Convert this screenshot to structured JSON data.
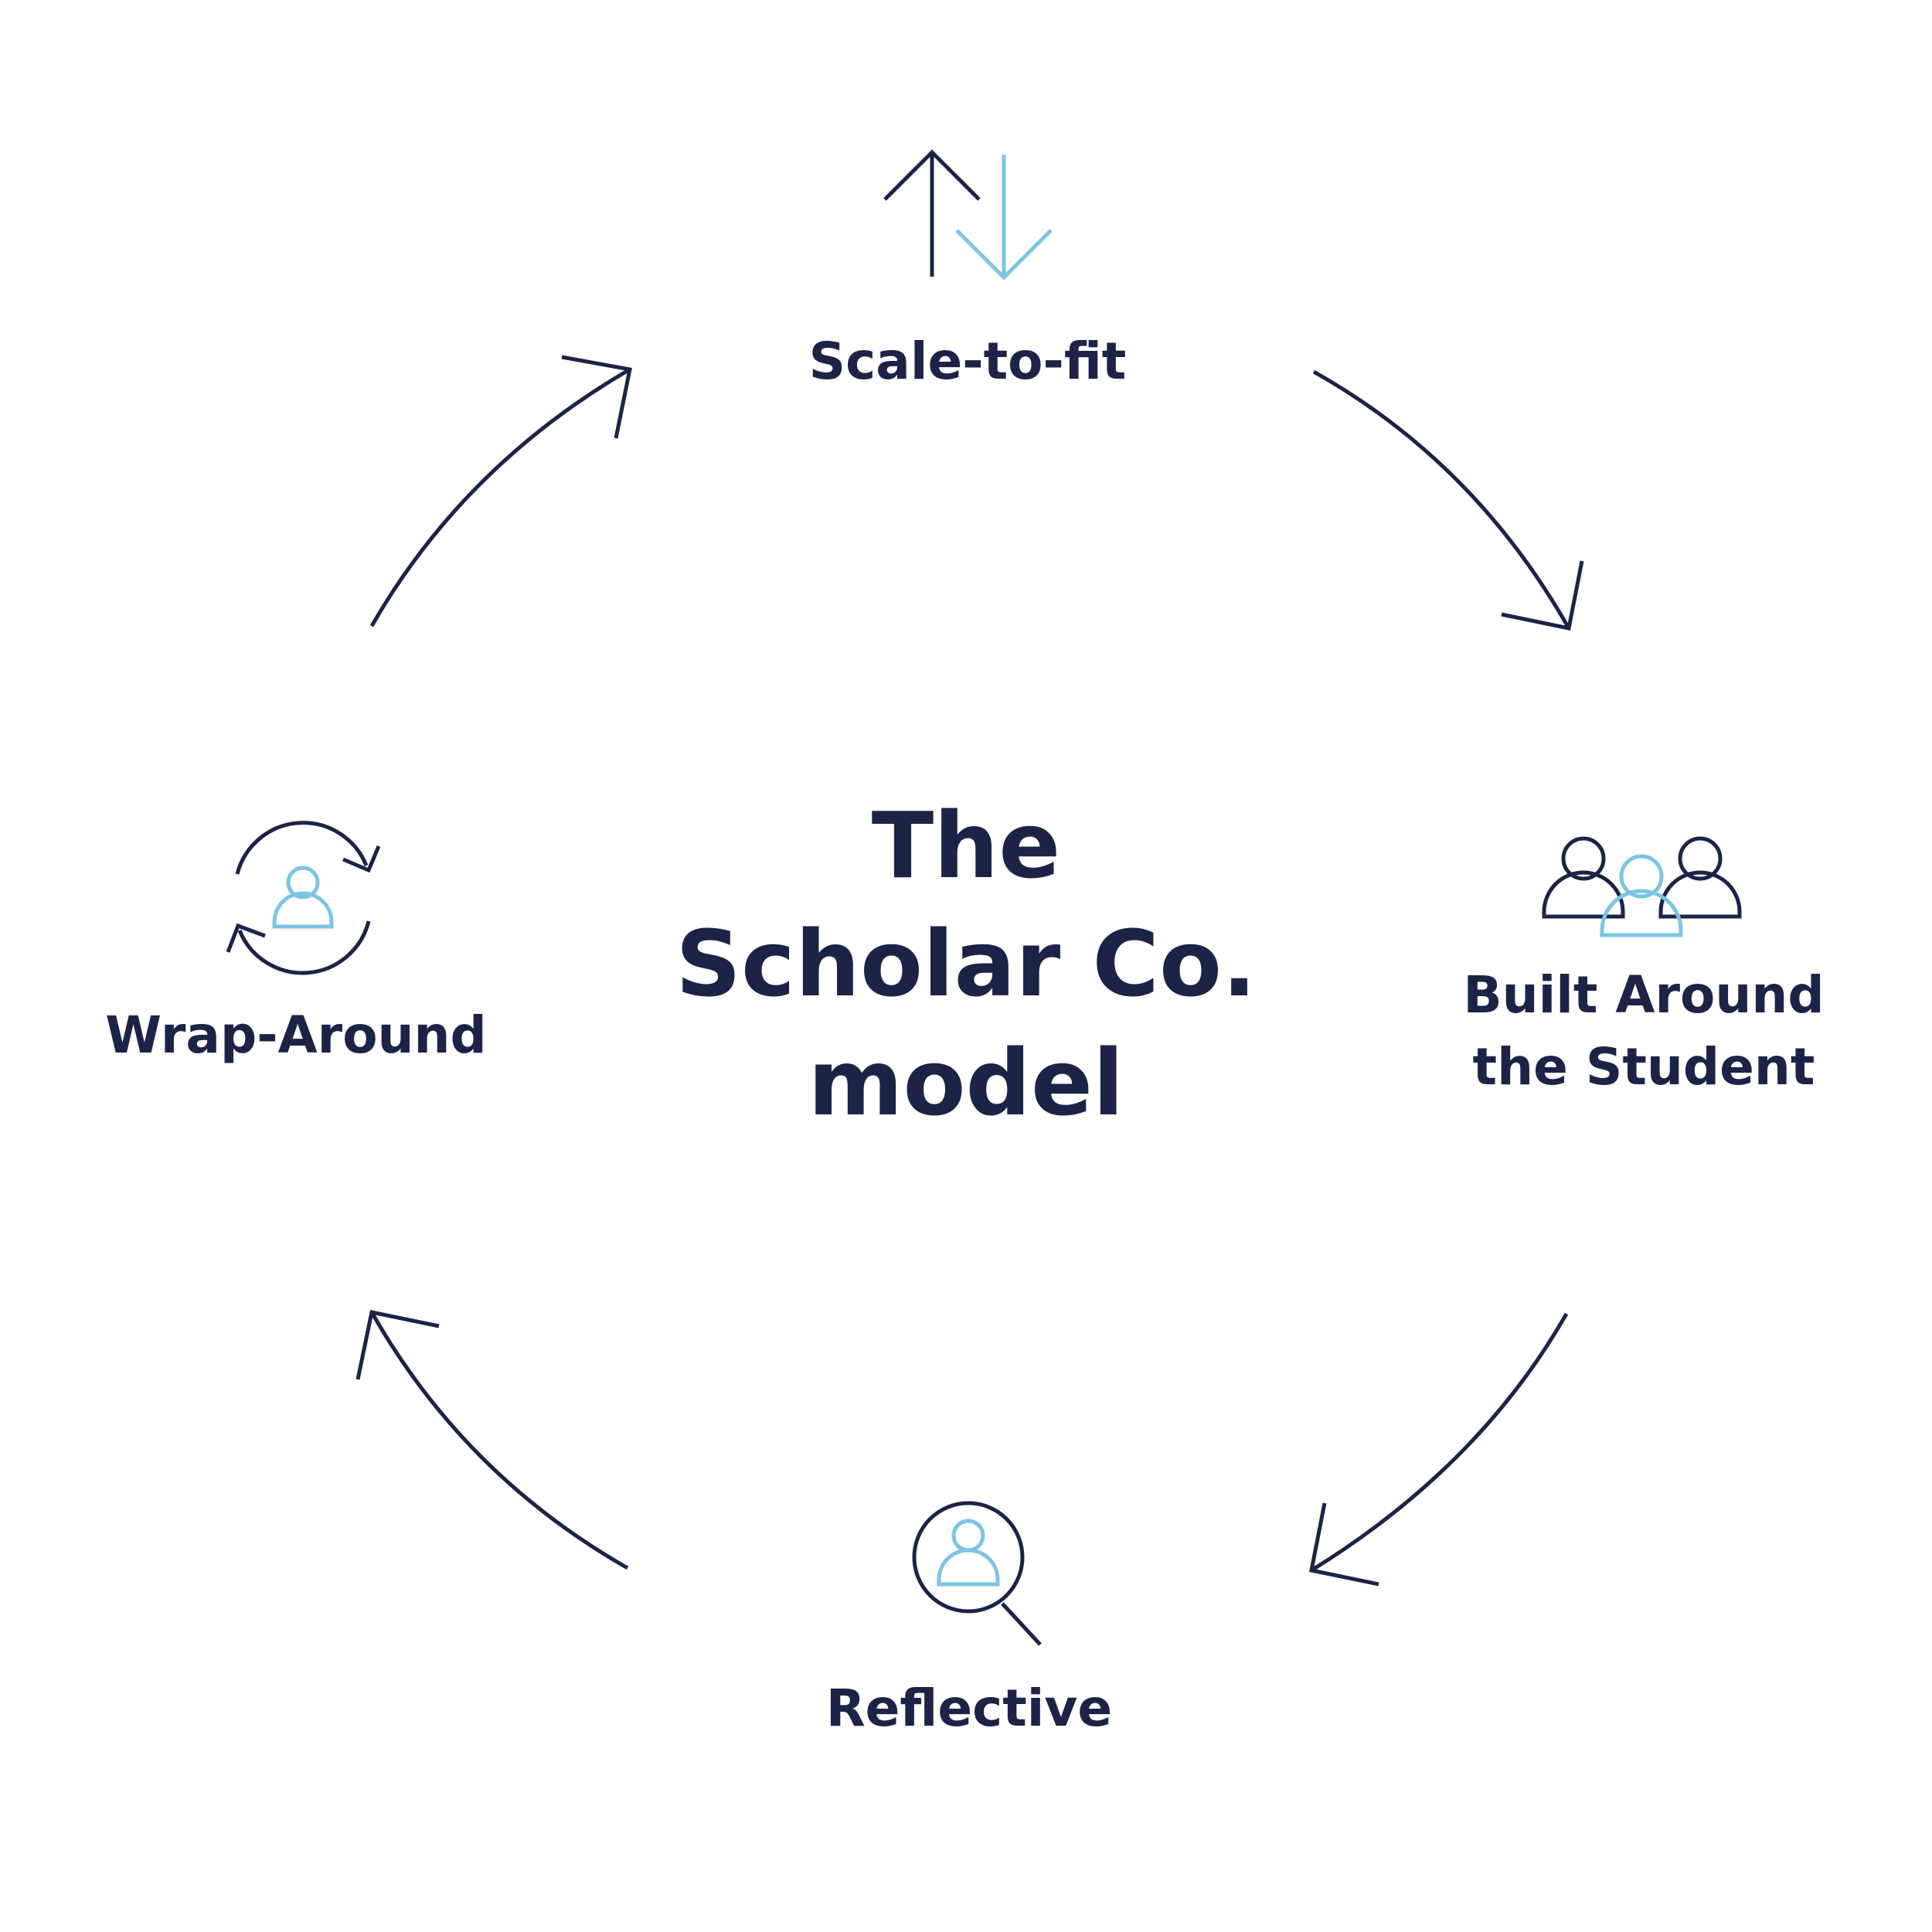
{
  "title": {
    "line1": "The",
    "line2": "Scholar Co.",
    "line3": "model"
  },
  "nodes": {
    "top": {
      "label": "Scale-to-fit",
      "icon": "up-down-arrows-icon"
    },
    "right": {
      "label_line1": "Built Around",
      "label_line2": "the Student",
      "icon": "group-of-people-icon"
    },
    "bottom": {
      "label": "Reflective",
      "icon": "magnifier-person-icon"
    },
    "left": {
      "label": "Wrap-Around",
      "icon": "cycle-person-icon"
    }
  },
  "colors": {
    "dark": "#1b2347",
    "accent": "#7cc4e4",
    "background": "#ffffff"
  }
}
